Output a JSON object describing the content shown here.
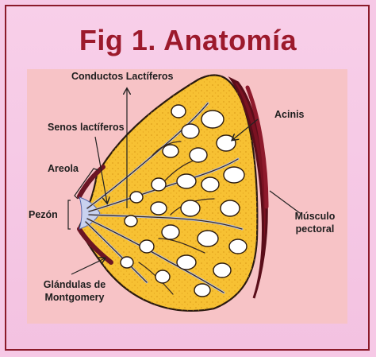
{
  "title": "Fig 1. Anatomía",
  "labels": {
    "conductos": "Conductos Lactíferos",
    "acinis": "Acinis",
    "senos": "Senos lactíferos",
    "areola": "Areola",
    "pezon": "Pezón",
    "musculo_1": "Músculo",
    "musculo_2": "pectoral",
    "glandulas_1": "Glándulas de",
    "glandulas_2": "Montgomery"
  },
  "colors": {
    "tissue": "#f7c133",
    "lobule": "#ffffff",
    "muscle": "#7a1222",
    "ducts": "#b8c4ea",
    "background": "#f7c3c6",
    "frame": "#8b1a2a"
  }
}
